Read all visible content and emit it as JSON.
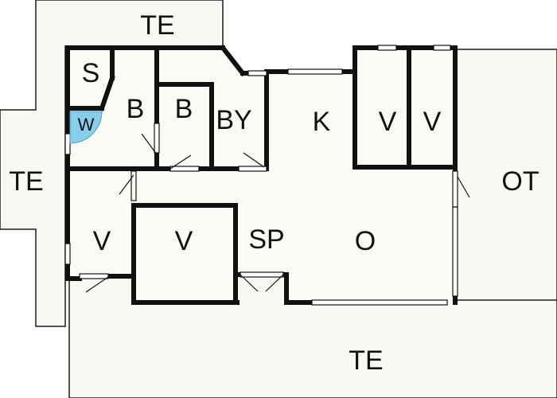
{
  "colors": {
    "background": "#ffffff",
    "floor": "#fbfbf6",
    "terrace": "#f9f9f4",
    "outline": "#1a1a1a",
    "wall": "#111111",
    "washer": "#87ceeb"
  },
  "labels": {
    "te_top": "TE",
    "te_left": "TE",
    "te_bottom": "TE",
    "s": "S",
    "w": "W",
    "b1": "B",
    "b2": "B",
    "by": "BY",
    "k": "K",
    "v_closet1": "V",
    "v_closet2": "V",
    "ot": "OT",
    "v_left": "V",
    "v_mid": "V",
    "sp": "SP",
    "o": "O"
  }
}
